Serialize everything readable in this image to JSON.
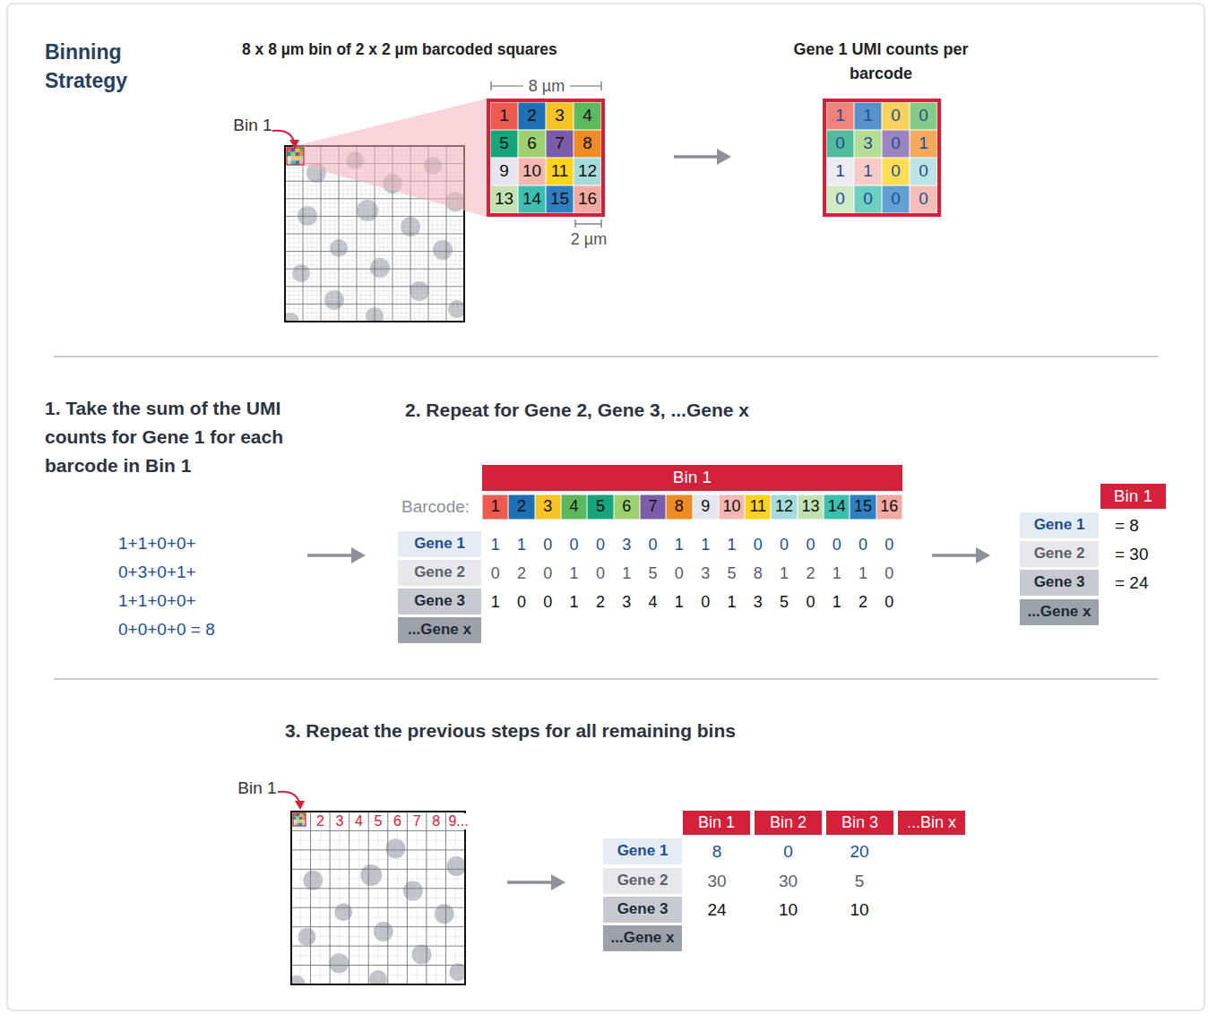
{
  "diagram": {
    "title": "Binning Strategy",
    "labels": [
      "8 x 8 µm bin of 2 x 2 µm barcoded squares",
      "Bin 1",
      "8 µm",
      "1",
      "2",
      "3",
      "4",
      "5",
      "6",
      "7",
      "8",
      "9",
      "10",
      "11",
      "12",
      "13",
      "14",
      "15",
      "16",
      "2 µm",
      "Gene 1 UMI counts per barcode",
      "1",
      "1",
      "0",
      "0",
      "0",
      "3",
      "0",
      "1",
      "1",
      "1",
      "0",
      "0",
      "0",
      "0",
      "0",
      "0",
      "1. Take the sum of the UMI counts for Gene 1 for each barcode in Bin 1",
      "1+1+0+0+ 0+3+0+1+ 1+1+0+0+ 0+0+0+0 = 8",
      "2. Repeat for Gene 2, Gene 3, ...Gene x",
      "Bin 1",
      "Barcode:",
      "1",
      "2",
      "3",
      "4",
      "5",
      "6",
      "7",
      "8",
      "9",
      "10",
      "11",
      "12",
      "13",
      "14",
      "15",
      "16",
      "Gene 1",
      "1",
      "1",
      "0",
      "0",
      "0",
      "3",
      "0",
      "1",
      "1",
      "1",
      "0",
      "0",
      "0",
      "0",
      "0",
      "0",
      "Gene 2",
      "0",
      "2",
      "0",
      "1",
      "0",
      "1",
      "5",
      "0",
      "3",
      "5",
      "8",
      "1",
      "2",
      "1",
      "1",
      "0",
      "Gene 3",
      "1",
      "0",
      "0",
      "1",
      "2",
      "3",
      "4",
      "1",
      "0",
      "1",
      "3",
      "5",
      "0",
      "1",
      "2",
      "0",
      "...Gene x",
      "Bin 1",
      "Gene 1",
      "= 8",
      "Gene 2",
      "= 30",
      "Gene 3",
      "= 24",
      "...Gene x",
      "3. Repeat the previous steps for all remaining bins",
      "Bin 1",
      "2",
      "3",
      "4",
      "5",
      "6",
      "7",
      "8",
      "9...",
      "Bin 1",
      "Bin 2",
      "Bin 3",
      "...Bin x",
      "Gene 1",
      "8",
      "0",
      "20",
      "Gene 2",
      "30",
      "30",
      "5",
      "Gene 3",
      "24",
      "10",
      "10",
      "...Gene x"
    ]
  }
}
